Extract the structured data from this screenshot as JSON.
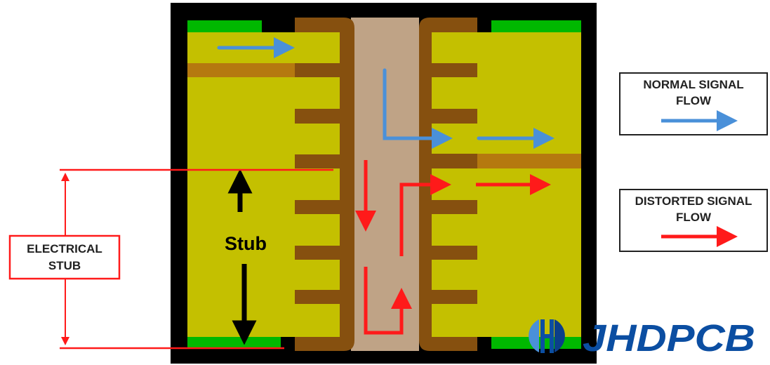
{
  "diagram": {
    "stub_label": "Stub",
    "electrical_stub": {
      "line1": "ELECTRICAL",
      "line2": "STUB"
    },
    "legend": {
      "normal": {
        "line1": "NORMAL SIGNAL",
        "line2": "FLOW",
        "color": "#4a90d9"
      },
      "distorted": {
        "line1": "DISTORTED SIGNAL",
        "line2": "FLOW",
        "color": "#ff1a1a"
      }
    },
    "logo": {
      "text": "JHDPCB",
      "color": "#0b4ea2"
    },
    "colors": {
      "board": "#000000",
      "pad": "#00b800",
      "dielectric": "#c4c000",
      "copper_plating": "#86500f",
      "inner_trace": "#b5790f",
      "barrel": "#bfa386"
    }
  }
}
